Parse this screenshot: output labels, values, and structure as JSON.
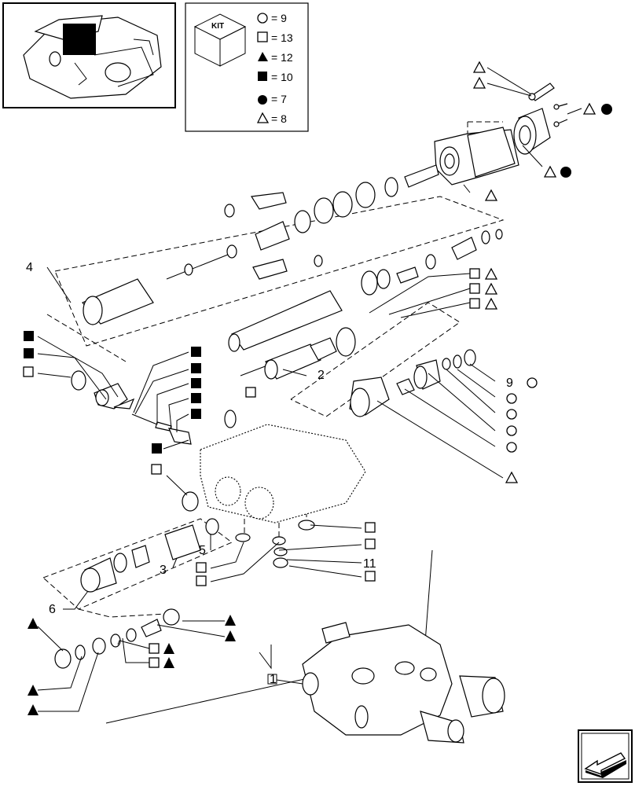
{
  "kit": {
    "header": "KIT",
    "legend": [
      {
        "symbol": "circle",
        "count": "= 9"
      },
      {
        "symbol": "square",
        "count": "= 13"
      },
      {
        "symbol": "triangle-filled",
        "count": "= 12"
      },
      {
        "symbol": "square-filled",
        "count": "= 10"
      },
      {
        "symbol": "circle-filled",
        "count": "= 7"
      },
      {
        "symbol": "triangle",
        "count": "= 8"
      }
    ]
  },
  "callouts": {
    "c1": "1",
    "c2": "2",
    "c3": "3",
    "c4": "4",
    "c5": "5",
    "c6": "6",
    "c9": "9",
    "c11": "11"
  },
  "nav": {
    "icon": "next-page-arrow-icon"
  },
  "colors": {
    "ink": "#000000",
    "paper": "#ffffff",
    "shade": "#e6e6e6"
  }
}
